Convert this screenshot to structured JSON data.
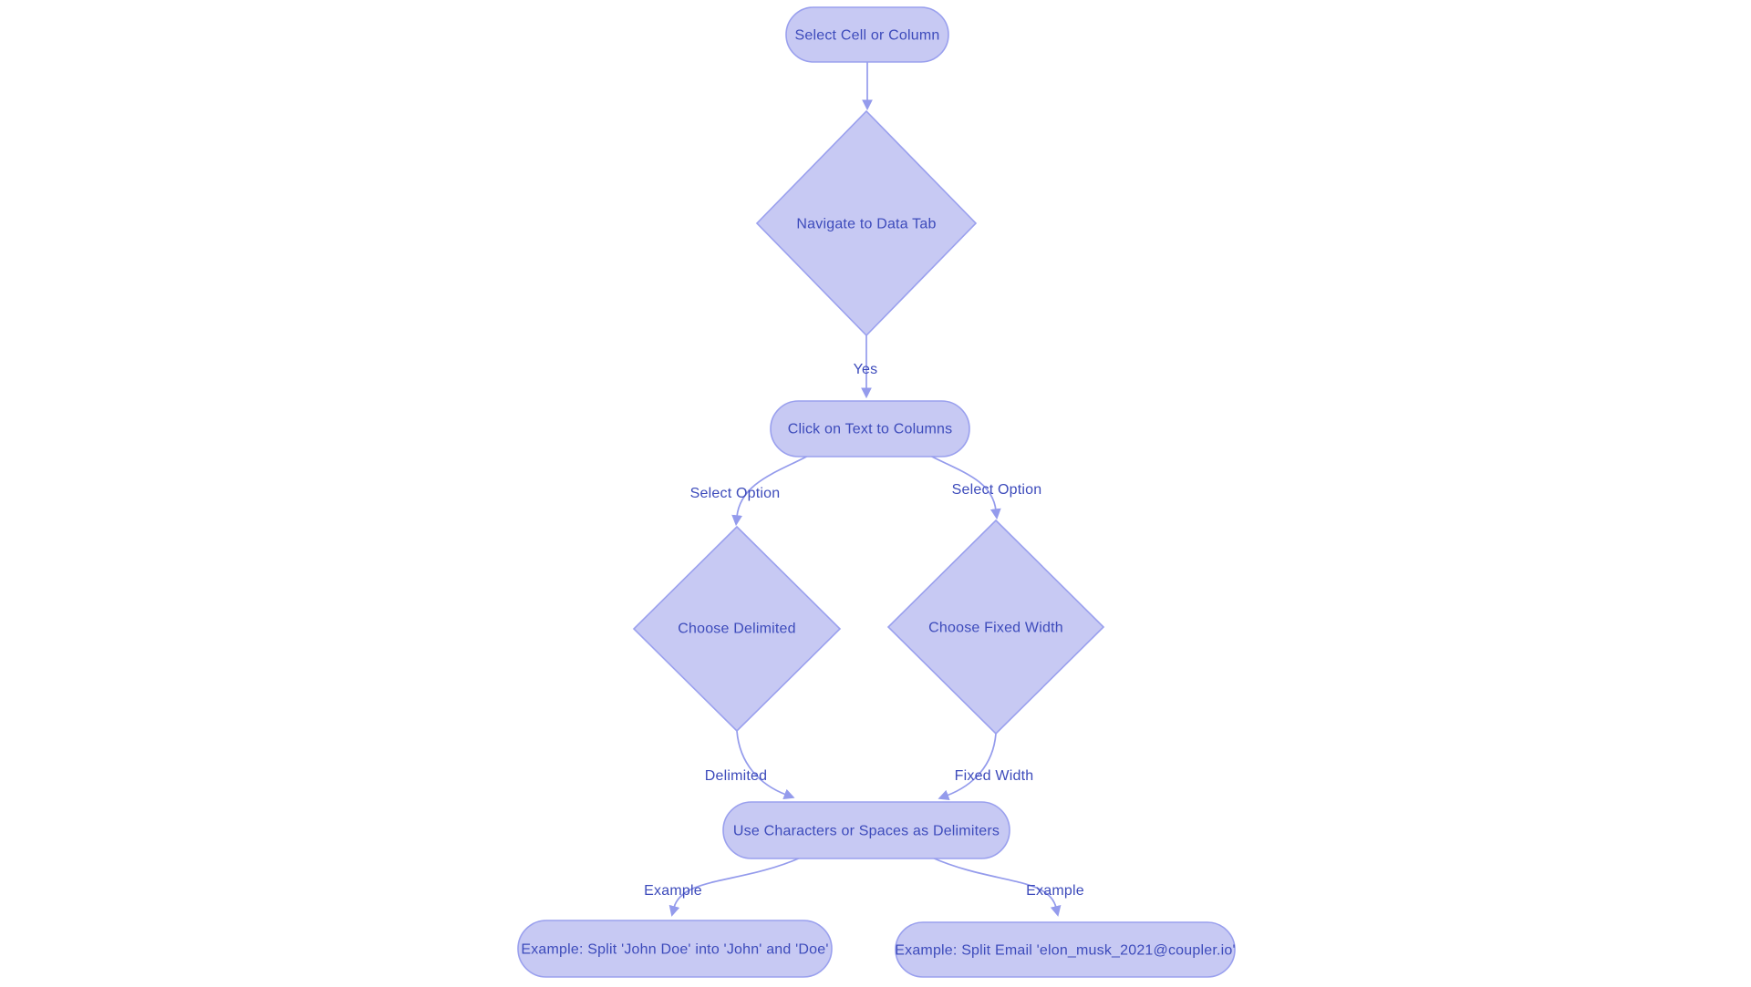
{
  "diagram": {
    "type": "flowchart",
    "background": "#ffffff",
    "colors": {
      "node_fill": "#c7c9f3",
      "node_border": "#9aa0ee",
      "edge": "#949bec",
      "text": "#3d4bbb"
    },
    "nodes": [
      {
        "id": "select-cell-or-column",
        "shape": "pill",
        "label": "Select Cell or Column"
      },
      {
        "id": "navigate-to-data-tab",
        "shape": "diamond",
        "label": "Navigate to Data Tab"
      },
      {
        "id": "click-text-to-columns",
        "shape": "pill",
        "label": "Click on Text to Columns"
      },
      {
        "id": "choose-delimited",
        "shape": "diamond",
        "label": "Choose Delimited"
      },
      {
        "id": "choose-fixed-width",
        "shape": "diamond",
        "label": "Choose Fixed Width"
      },
      {
        "id": "use-delimiters",
        "shape": "pill",
        "label": "Use Characters or Spaces as Delimiters"
      },
      {
        "id": "example-split-name",
        "shape": "pill",
        "label": "Example: Split 'John Doe' into 'John' and 'Doe'"
      },
      {
        "id": "example-split-email",
        "shape": "pill",
        "label": "Example: Split Email 'elon_musk_2021@coupler.io'"
      }
    ],
    "edges": [
      {
        "from": "select-cell-or-column",
        "to": "navigate-to-data-tab",
        "label": ""
      },
      {
        "from": "navigate-to-data-tab",
        "to": "click-text-to-columns",
        "label": "Yes"
      },
      {
        "from": "click-text-to-columns",
        "to": "choose-delimited",
        "label": "Select Option"
      },
      {
        "from": "click-text-to-columns",
        "to": "choose-fixed-width",
        "label": "Select Option"
      },
      {
        "from": "choose-delimited",
        "to": "use-delimiters",
        "label": "Delimited"
      },
      {
        "from": "choose-fixed-width",
        "to": "use-delimiters",
        "label": "Fixed Width"
      },
      {
        "from": "use-delimiters",
        "to": "example-split-name",
        "label": "Example"
      },
      {
        "from": "use-delimiters",
        "to": "example-split-email",
        "label": "Example"
      }
    ]
  }
}
